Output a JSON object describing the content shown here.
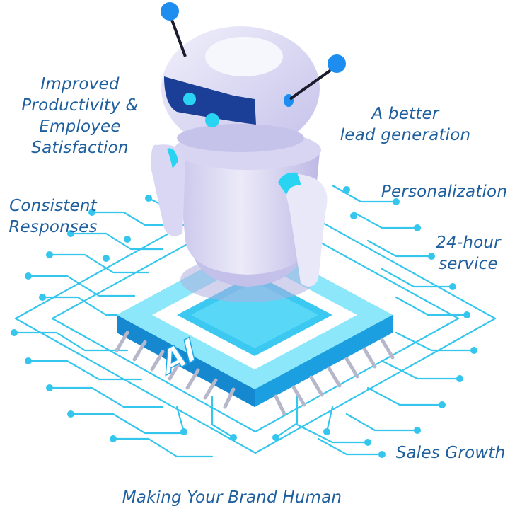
{
  "colors": {
    "text": "#1f5f9e",
    "circuit": "#35c6ee",
    "chip_blue": "#1ea7e8",
    "chip_light": "#8ce7fb",
    "robot_body": "#e3e2f4",
    "robot_shadow": "#b9b6e2",
    "visor": "#1b3f96",
    "accent": "#29d3f2",
    "antenna_tip": "#1e8df0"
  },
  "chip": {
    "label": "AI"
  },
  "benefits": {
    "productivity": {
      "lines": [
        "Improved",
        "Productivity &",
        "Employee",
        "Satisfaction"
      ]
    },
    "lead_generation": {
      "lines": [
        "A better",
        "lead generation"
      ]
    },
    "consistent": {
      "lines": [
        "Consistent",
        "Responses"
      ]
    },
    "personalization": {
      "lines": [
        "Personalization"
      ]
    },
    "service": {
      "lines": [
        "24-hour",
        "service"
      ]
    },
    "sales": {
      "lines": [
        "Sales Growth"
      ]
    },
    "brand": {
      "lines": [
        "Making Your Brand Human"
      ]
    }
  }
}
